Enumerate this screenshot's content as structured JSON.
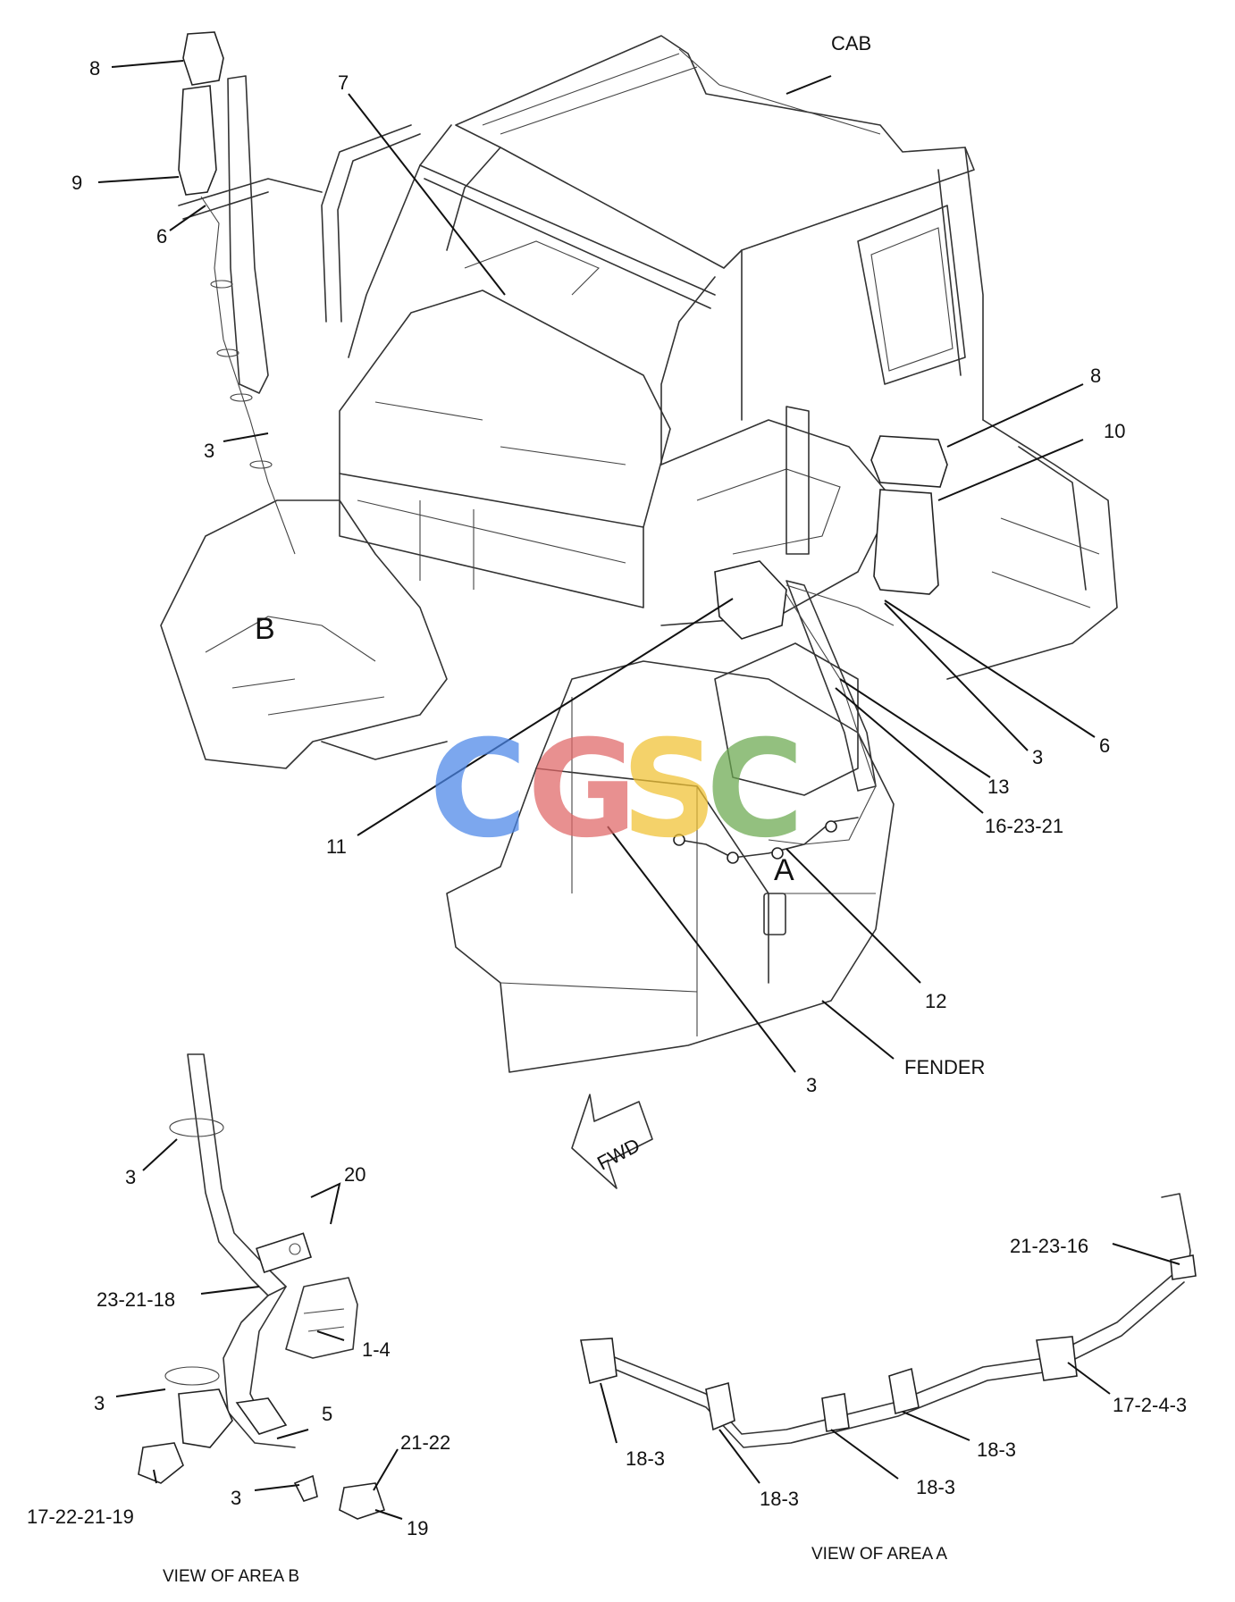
{
  "labels": {
    "cab": "CAB",
    "fender": "FENDER",
    "area_a_marker": "A",
    "area_b_marker": "B",
    "fwd": "FWD",
    "main": {
      "n8_top": "8",
      "n9": "9",
      "n6_left": "6",
      "n3_left": "3",
      "n7": "7",
      "n8_right": "8",
      "n10": "10",
      "n3_r1": "3",
      "n6_right": "6",
      "n13": "13",
      "n16_23_21": "16-23-21",
      "n11": "11",
      "n12": "12",
      "n3_bottom": "3"
    },
    "area_b": {
      "n3_top": "3",
      "n20": "20",
      "n23_21_18": "23-21-18",
      "n1_4": "1-4",
      "n3_mid": "3",
      "n5": "5",
      "n21_22": "21-22",
      "n3_low": "3",
      "n17_22_21_19": "17-22-21-19",
      "n19": "19"
    },
    "area_a": {
      "n21_23_16": "21-23-16",
      "n17_2_4_3": "17-2-4-3",
      "n18_3_a": "18-3",
      "n18_3_b": "18-3",
      "n18_3_c": "18-3",
      "n18_3_d": "18-3"
    }
  },
  "captions": {
    "view_b": "VIEW OF AREA B",
    "view_a": "VIEW OF AREA A"
  },
  "watermark": {
    "letters": [
      "C",
      "G",
      "S",
      "C"
    ],
    "colors": [
      "#4a86e8",
      "#e06666",
      "#f1c232",
      "#6aa84f"
    ]
  }
}
